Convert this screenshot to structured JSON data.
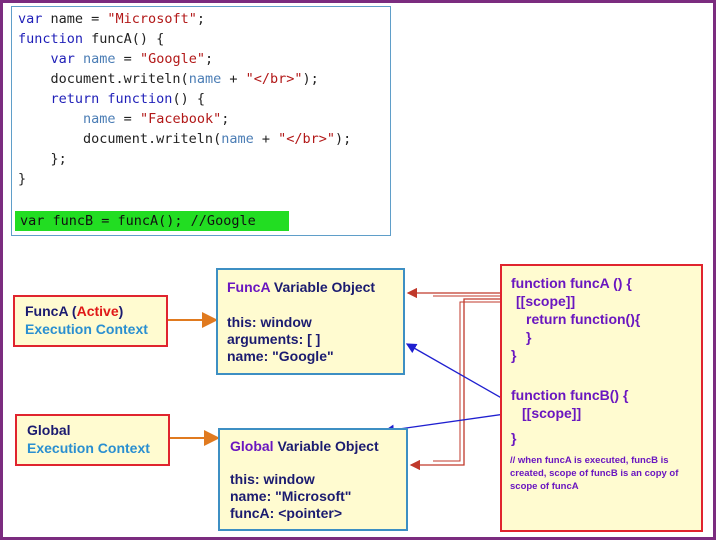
{
  "code": {
    "lines": [
      [
        {
          "t": "var ",
          "c": "kw"
        },
        {
          "t": "name = ",
          "c": "tx"
        },
        {
          "t": "\"Microsoft\"",
          "c": "str"
        },
        {
          "t": ";",
          "c": "tx"
        }
      ],
      [
        {
          "t": "function ",
          "c": "kw"
        },
        {
          "t": "funcA() {",
          "c": "tx"
        }
      ],
      [
        {
          "t": "    ",
          "c": "tx"
        },
        {
          "t": "var ",
          "c": "kw"
        },
        {
          "t": "name",
          "c": "var"
        },
        {
          "t": " = ",
          "c": "tx"
        },
        {
          "t": "\"Google\"",
          "c": "str"
        },
        {
          "t": ";",
          "c": "tx"
        }
      ],
      [
        {
          "t": "    document.writeln(",
          "c": "tx"
        },
        {
          "t": "name",
          "c": "var"
        },
        {
          "t": " + ",
          "c": "tx"
        },
        {
          "t": "\"</br>\"",
          "c": "str"
        },
        {
          "t": ");",
          "c": "tx"
        }
      ],
      [
        {
          "t": "    ",
          "c": "tx"
        },
        {
          "t": "return function",
          "c": "kw"
        },
        {
          "t": "() {",
          "c": "tx"
        }
      ],
      [
        {
          "t": "        ",
          "c": "tx"
        },
        {
          "t": "name",
          "c": "var"
        },
        {
          "t": " = ",
          "c": "tx"
        },
        {
          "t": "\"Facebook\"",
          "c": "str"
        },
        {
          "t": ";",
          "c": "tx"
        }
      ],
      [
        {
          "t": "        document.writeln(",
          "c": "tx"
        },
        {
          "t": "name",
          "c": "var"
        },
        {
          "t": " + ",
          "c": "tx"
        },
        {
          "t": "\"</br>\"",
          "c": "str"
        },
        {
          "t": ");",
          "c": "tx"
        }
      ],
      [
        {
          "t": "    };",
          "c": "tx"
        }
      ],
      [
        {
          "t": "}",
          "c": "tx"
        }
      ]
    ],
    "highlight": "var funcB = funcA(); //Google"
  },
  "funca_ec": {
    "name": "FuncA",
    "paren_open": " (",
    "active": "Active",
    "paren_close": ")",
    "label": "Execution Context"
  },
  "global_ec": {
    "name": "Global",
    "label": "Execution Context"
  },
  "funca_vo": {
    "name": "FuncA",
    "title_rest": " Variable Object",
    "lines": [
      "this: window",
      "arguments: [ ]",
      "name: \"Google\""
    ]
  },
  "global_vo": {
    "name": "Global",
    "title_rest": " Variable Object",
    "lines": [
      "this: window",
      "name: \"Microsoft\"",
      "funcA: <pointer>"
    ]
  },
  "scope_box": {
    "funca": {
      "header": "function funcA () {",
      "scope": "[[scope]]",
      "ret": "return function(){",
      "inner_close": "}",
      "close": "}"
    },
    "funcb": {
      "header": "function funcB() {",
      "scope": "[[scope]]",
      "close": "}"
    },
    "note": "// when funcA is executed, funcB is created, scope of funcB is an copy of scope of funcA"
  },
  "colors": {
    "frame": "#7b2c7f",
    "red_arrow": "#c0392b",
    "blue_arrow": "#1f1fd0",
    "orange_arrow": "#e07a1f",
    "box_fill": "#fffbd0",
    "highlight": "#22dd22"
  }
}
